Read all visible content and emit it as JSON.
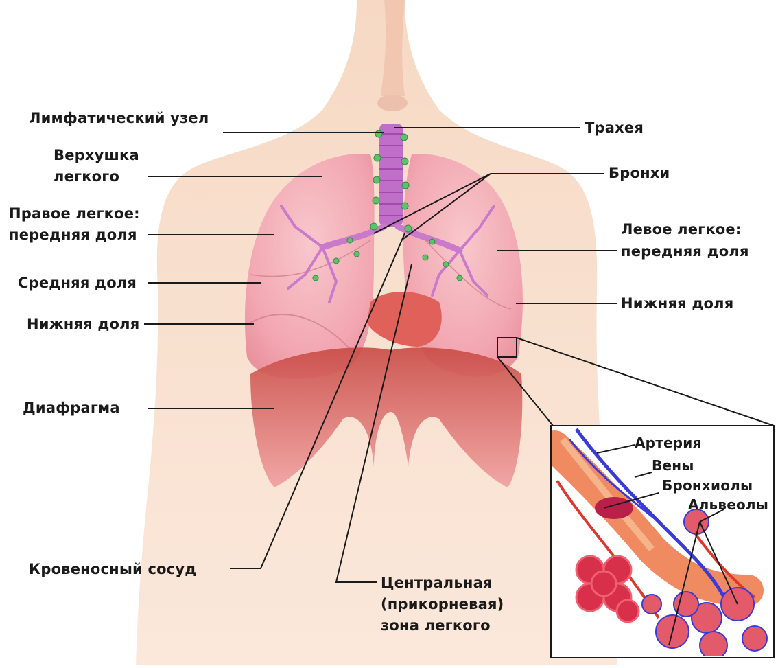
{
  "labels": {
    "lymph_node": "Лимфатический узел",
    "apex_line1": "Верхушка",
    "apex_line2": "легкого",
    "right_lung_line1": "Правое легкое:",
    "right_lung_line2": "передняя доля",
    "middle_lobe": "Средняя доля",
    "lower_lobe_right": "Нижняя доля",
    "diaphragm": "Диафрагма",
    "blood_vessel": "Кровеносный сосуд",
    "central_zone_line1": "Центральная",
    "central_zone_line2": "(прикорневая)",
    "central_zone_line3": "зона легкого",
    "trachea": "Трахея",
    "bronchi": "Бронхи",
    "left_lung_line1": "Левое легкое:",
    "left_lung_line2": "передняя доля",
    "lower_lobe_left": "Нижняя доля"
  },
  "inset": {
    "artery": "Артерия",
    "veins": "Вены",
    "bronchioles": "Бронхиолы",
    "alveoli": "Альвеолы"
  },
  "colors": {
    "skin": "#f7dcc8",
    "lung": "#f2a9b4",
    "diaphragm": "#d8605a",
    "trachea": "#c06fc8",
    "lymph": "#5bc46a",
    "vein": "#3a3ad8",
    "artery": "#e0362e"
  }
}
